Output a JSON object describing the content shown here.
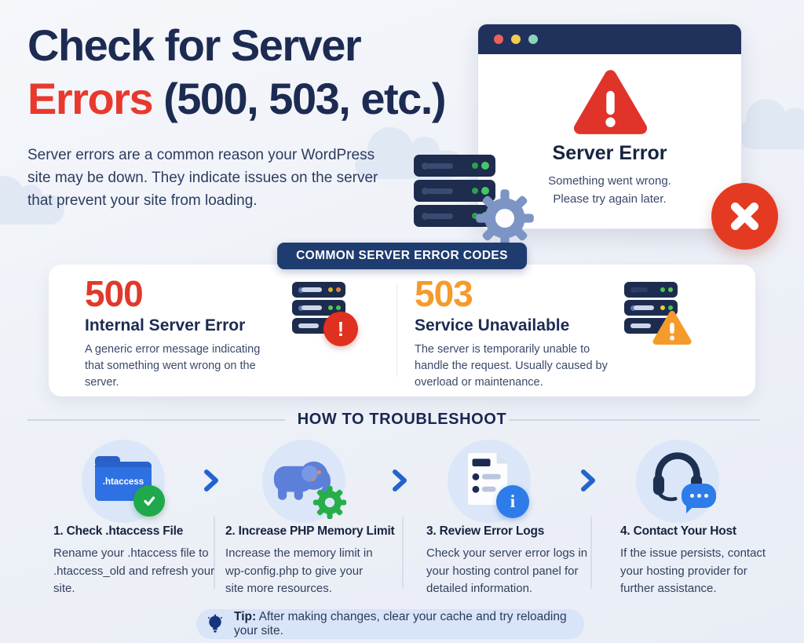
{
  "header": {
    "title_line1": "Check for Server",
    "title_accent": "Errors",
    "title_suffix": "(500, 503, etc.)",
    "subtitle": "Server errors are a common reason your WordPress site may be down. They indicate issues on the server that prevent your site from loading."
  },
  "error_window": {
    "title": "Server Error",
    "message_line1": "Something went wrong.",
    "message_line2": "Please try again later."
  },
  "codes_badge": "COMMON SERVER ERROR CODES",
  "error_cards": [
    {
      "code": "500",
      "title": "Internal Server Error",
      "description": "A generic error message indicating that something went wrong on the server."
    },
    {
      "code": "503",
      "title": "Service Unavailable",
      "description": "The server is temporarily unable to handle the request. Usually caused by overload or maintenance."
    }
  ],
  "troubleshoot": {
    "heading": "HOW TO TROUBLESHOOT",
    "steps": [
      {
        "title": "1. Check .htaccess File",
        "folder_label": ".htaccess",
        "description": "Rename your .htaccess file to .htaccess_old and refresh your site."
      },
      {
        "title": "2. Increase PHP Memory Limit",
        "description": "Increase the memory limit in wp-config.php to give your site more resources."
      },
      {
        "title": "3. Review Error Logs",
        "description": "Check your server error logs in your hosting control panel for detailed information."
      },
      {
        "title": "4. Contact Your Host",
        "description": "If the issue persists, contact your hosting provider for further assistance."
      }
    ]
  },
  "tip": {
    "label": "Tip:",
    "text": "After making changes, clear your cache and try reloading your site."
  },
  "icons": {
    "exclamation_glyph": "!",
    "info_glyph": "i",
    "warning-triangle-icon": "rounded red triangle with white exclamation",
    "close-x-icon": "red circle with white x",
    "gear-icon": "cog wheel",
    "server-stack-icon": "three stacked server units",
    "check-icon": "white check on green circle",
    "chevron-right-icon": "blue angle bracket",
    "htaccess-folder-icon": "blue folder",
    "php-elephant-icon": "blue elephant",
    "error-log-document-icon": "page with list rows",
    "support-headset-icon": "headset with chat bubble",
    "lightbulb-icon": "navy lightbulb",
    "window-control-dots": "red yellow teal circles"
  },
  "colors": {
    "navy": "#1d2b52",
    "red": "#e8392c",
    "orange": "#f49b2b",
    "blue": "#2e71e3",
    "green": "#1fa94c",
    "badge_navy": "#1e3c70",
    "tip_bg": "#d8e4f8",
    "step_circle_bg": "#dbe7f8"
  }
}
